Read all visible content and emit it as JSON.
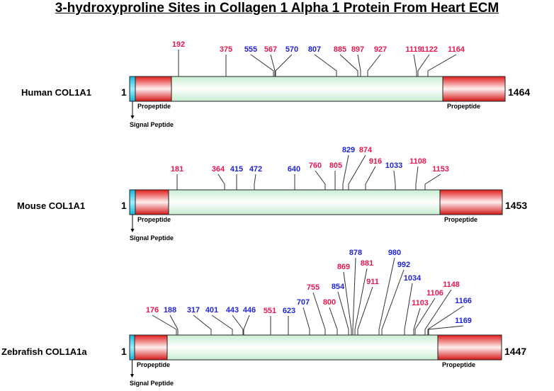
{
  "title": "3-hydroxyproline Sites in Collagen 1 Alpha 1 Protein From Heart ECM",
  "colors": {
    "red_site": "#e8174d",
    "blue_site": "#1f24d8",
    "signal": "#22c8e8",
    "propeptide": "#e53535",
    "helix": "#d6f5de"
  },
  "labels": {
    "propeptide": "Propeptide",
    "signal_peptide": "Signal Peptide"
  },
  "proteins": [
    {
      "name": "Human COL1A1",
      "start": "1",
      "end": "1464",
      "sites": [
        {
          "label": "192",
          "color": "red"
        },
        {
          "label": "375",
          "color": "red"
        },
        {
          "label": "555",
          "color": "blue"
        },
        {
          "label": "567",
          "color": "red"
        },
        {
          "label": "570",
          "color": "blue"
        },
        {
          "label": "807",
          "color": "blue"
        },
        {
          "label": "885",
          "color": "red"
        },
        {
          "label": "897",
          "color": "red"
        },
        {
          "label": "927",
          "color": "red"
        },
        {
          "label": "1119",
          "color": "red"
        },
        {
          "label": "1122",
          "color": "red"
        },
        {
          "label": "1164",
          "color": "red"
        }
      ]
    },
    {
      "name": "Mouse COL1A1",
      "start": "1",
      "end": "1453",
      "sites": [
        {
          "label": "181",
          "color": "red"
        },
        {
          "label": "364",
          "color": "red"
        },
        {
          "label": "415",
          "color": "blue"
        },
        {
          "label": "472",
          "color": "blue"
        },
        {
          "label": "640",
          "color": "blue"
        },
        {
          "label": "760",
          "color": "red"
        },
        {
          "label": "805",
          "color": "red"
        },
        {
          "label": "829",
          "color": "blue"
        },
        {
          "label": "874",
          "color": "red"
        },
        {
          "label": "916",
          "color": "red"
        },
        {
          "label": "1033",
          "color": "blue"
        },
        {
          "label": "1108",
          "color": "red"
        },
        {
          "label": "1153",
          "color": "red"
        }
      ]
    },
    {
      "name": "Zebrafish COL1A1a",
      "start": "1",
      "end": "1447",
      "sites": [
        {
          "label": "176",
          "color": "red"
        },
        {
          "label": "188",
          "color": "blue"
        },
        {
          "label": "317",
          "color": "blue"
        },
        {
          "label": "401",
          "color": "blue"
        },
        {
          "label": "443",
          "color": "blue"
        },
        {
          "label": "446",
          "color": "blue"
        },
        {
          "label": "551",
          "color": "red"
        },
        {
          "label": "623",
          "color": "blue"
        },
        {
          "label": "707",
          "color": "blue"
        },
        {
          "label": "755",
          "color": "red"
        },
        {
          "label": "800",
          "color": "red"
        },
        {
          "label": "854",
          "color": "blue"
        },
        {
          "label": "869",
          "color": "red"
        },
        {
          "label": "878",
          "color": "blue"
        },
        {
          "label": "881",
          "color": "red"
        },
        {
          "label": "911",
          "color": "red"
        },
        {
          "label": "980",
          "color": "blue"
        },
        {
          "label": "992",
          "color": "blue"
        },
        {
          "label": "1034",
          "color": "blue"
        },
        {
          "label": "1103",
          "color": "red"
        },
        {
          "label": "1106",
          "color": "red"
        },
        {
          "label": "1148",
          "color": "red"
        },
        {
          "label": "1166",
          "color": "blue"
        },
        {
          "label": "1169",
          "color": "blue"
        }
      ]
    }
  ]
}
